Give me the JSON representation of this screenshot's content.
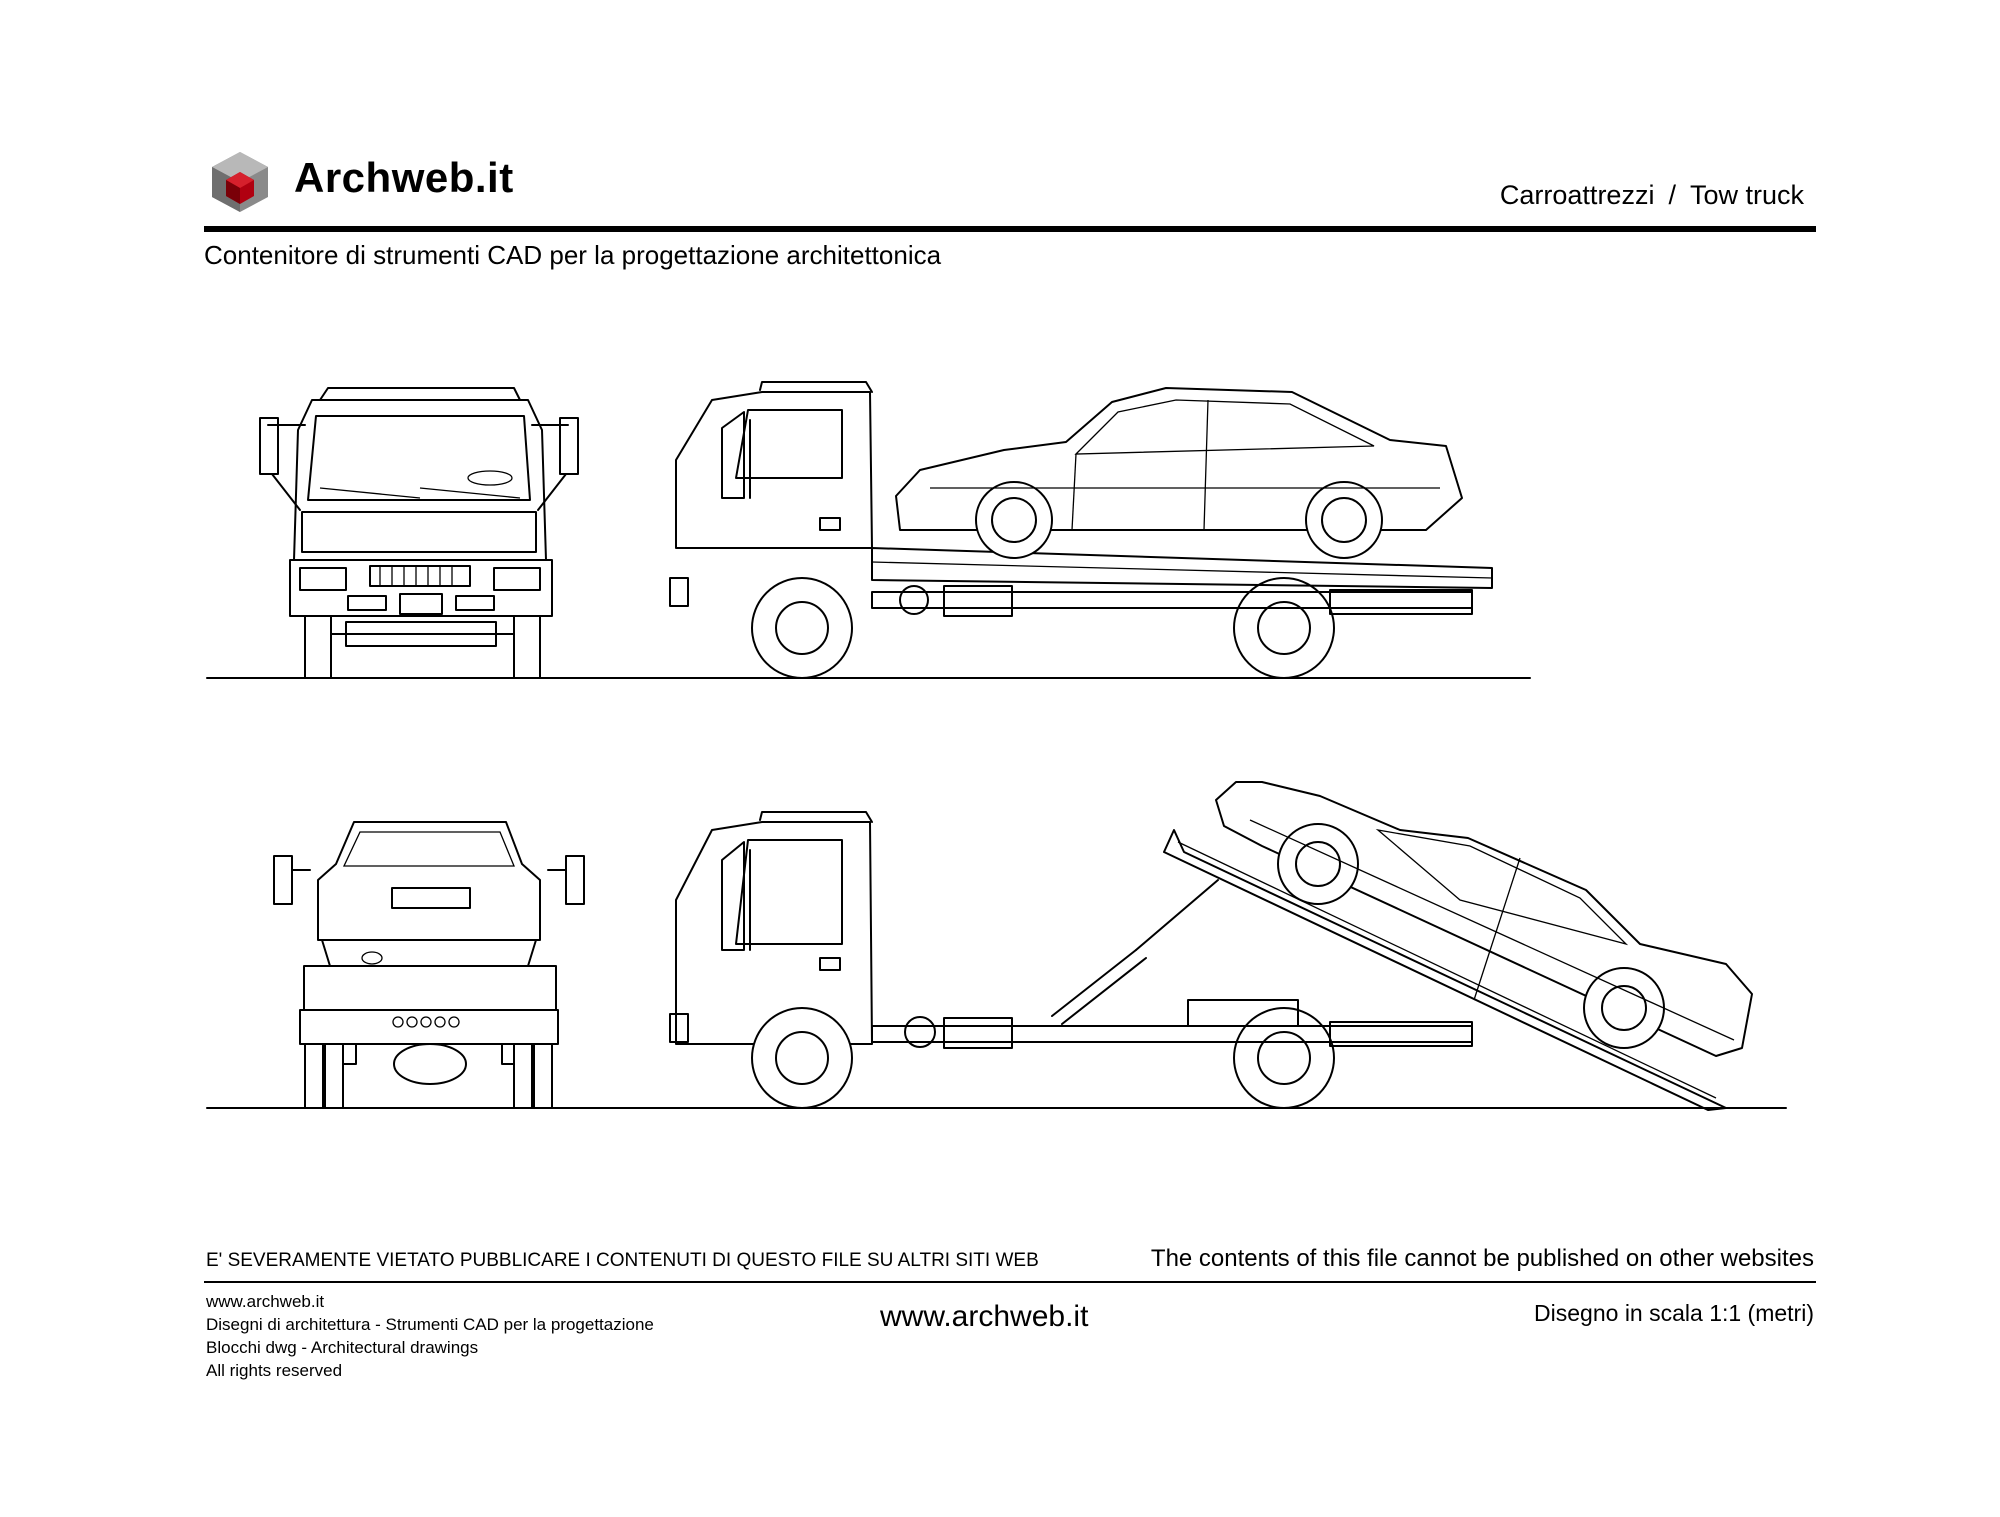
{
  "header": {
    "logo_text": "Archweb.it",
    "title_it": "Carroattrezzi",
    "title_sep": "/",
    "title_en": "Tow truck",
    "subtitle": "Contenitore di strumenti CAD per la progettazione architettonica"
  },
  "notice": {
    "italian": "E' SEVERAMENTE VIETATO PUBBLICARE I CONTENUTI DI QUESTO FILE SU ALTRI SITI WEB",
    "english": "The contents of this file cannot be published on other websites"
  },
  "footer": {
    "lines": [
      "www.archweb.it",
      "Disegni di architettura - Strumenti CAD  per la progettazione",
      "Blocchi dwg - Architectural drawings",
      "All rights reserved"
    ],
    "center": "www.archweb.it",
    "scale": "Disegno in scala 1:1 (metri)"
  },
  "icons": {
    "logo": "archweb-cube-logo-icon"
  },
  "colors": {
    "logo_red": "#b00010",
    "logo_gray": "#8a8a8a",
    "ink": "#000000"
  }
}
